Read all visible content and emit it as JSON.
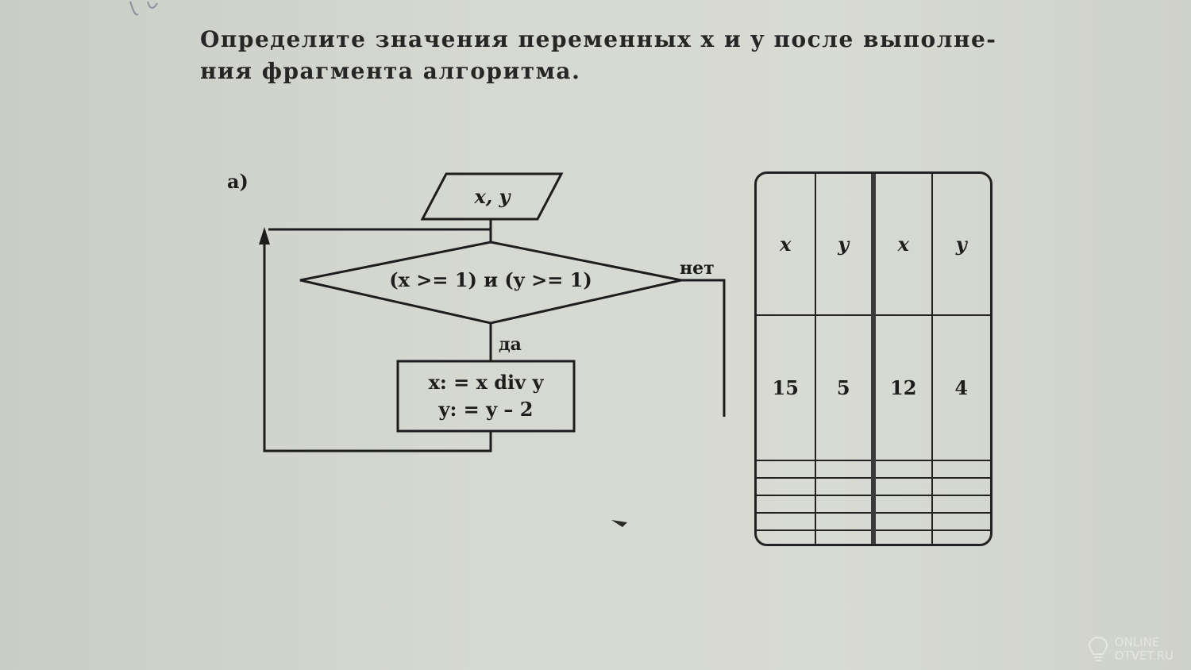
{
  "task": {
    "line1": "Определите значения переменных x и y после выполне-",
    "line2": "ния фрагмента алгоритма."
  },
  "part_label": "а)",
  "flowchart": {
    "input": "x, y",
    "condition": "(x >= 1) и (y >= 1)",
    "yes_label": "да",
    "no_label": "нет",
    "action_line1": "x: = x div y",
    "action_line2": "y: = y – 2"
  },
  "trace_table": {
    "headers": [
      "x",
      "y",
      "x",
      "y"
    ],
    "rows": [
      [
        "15",
        "5",
        "12",
        "4"
      ],
      [
        "",
        "",
        "",
        ""
      ],
      [
        "",
        "",
        "",
        ""
      ],
      [
        "",
        "",
        "",
        ""
      ],
      [
        "",
        "",
        "",
        ""
      ],
      [
        "",
        "",
        "",
        ""
      ]
    ]
  },
  "watermark": {
    "line1": "ONLINE",
    "line2": "OTVET.RU",
    "icon": "lightbulb-icon"
  }
}
